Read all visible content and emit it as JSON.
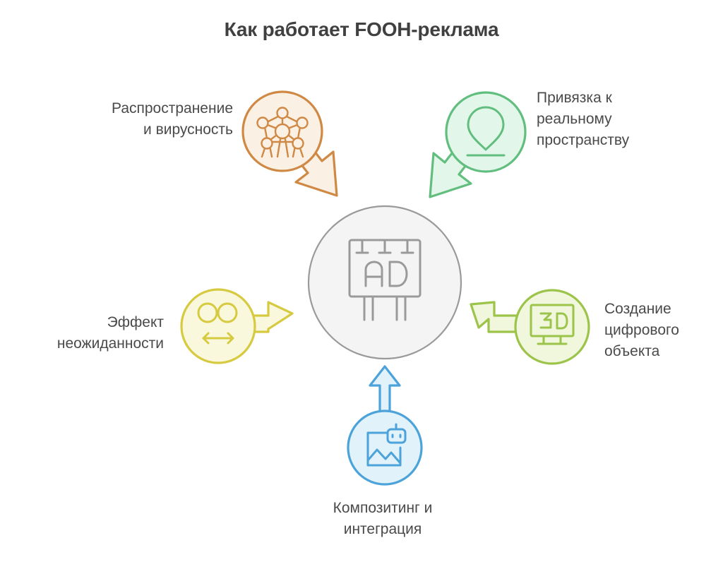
{
  "title": "Как работает FOOH-реклама",
  "center": {
    "icon_name": "billboard-ad-icon",
    "icon_text": "AD",
    "fill": "#F4F4F4",
    "stroke": "#9A9A9A"
  },
  "nodes": [
    {
      "key": "spread",
      "label": "Распространение\nи вирусность",
      "icon_name": "network-molecule-icon",
      "color": "#CF8944",
      "fill": "#FBF0E4",
      "arrow_direction": "down-right"
    },
    {
      "key": "realspace",
      "label": "Привязка к\nреальному\nпространству",
      "icon_name": "location-pin-icon",
      "color": "#62BE7E",
      "fill": "#E2F7E9",
      "arrow_direction": "down-left"
    },
    {
      "key": "digital",
      "label": "Создание\nцифрового\nобъекта",
      "icon_name": "monitor-3d-icon",
      "icon_text": "3D",
      "color": "#9DC44A",
      "fill": "#F0F7DC",
      "arrow_direction": "up-left"
    },
    {
      "key": "compositing",
      "label": "Композитинг и\nинтеграция",
      "icon_name": "image-robot-compositing-icon",
      "color": "#4BA3D9",
      "fill": "#E2F2FB",
      "arrow_direction": "up"
    },
    {
      "key": "surprise",
      "label": "Эффект\nнеожиданности",
      "icon_name": "surprised-face-icon",
      "color": "#D6CA41",
      "fill": "#FAF8DC",
      "arrow_direction": "up-right"
    }
  ]
}
